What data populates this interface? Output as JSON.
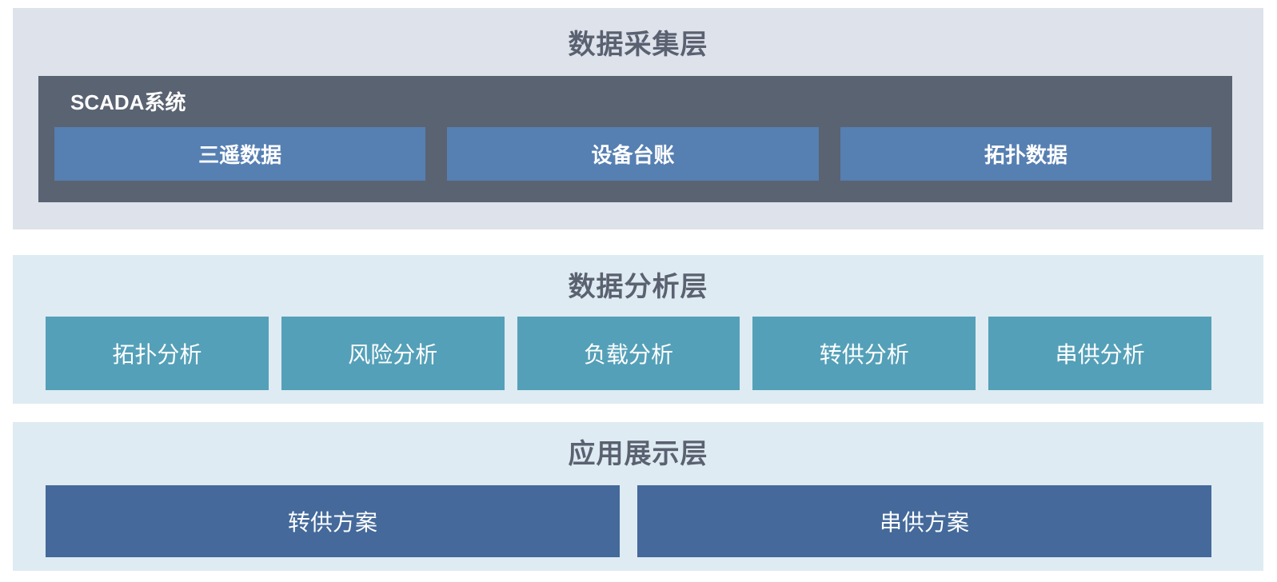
{
  "palette": {
    "panel_top_bg": "#dee2eb",
    "panel_light_blue_bg": "#deebf2",
    "scada_bg": "#5a6372",
    "node_steel_blue": "#567fb2",
    "node_teal": "#54a0b8",
    "node_dark_blue": "#44699a",
    "title_color": "#5a6170",
    "node_text": "#ffffff"
  },
  "layers": {
    "collection": {
      "title": "数据采集层",
      "group": {
        "label": "SCADA系统",
        "items": {
          "telemetry": "三遥数据",
          "equipment_ledger": "设备台账",
          "topology_data": "拓扑数据"
        }
      }
    },
    "analysis": {
      "title": "数据分析层",
      "items": {
        "topology": "拓扑分析",
        "risk": "风险分析",
        "load": "负载分析",
        "transfer_supply": "转供分析",
        "series_supply": "串供分析"
      }
    },
    "display": {
      "title": "应用展示层",
      "items": {
        "transfer_supply_plan": "转供方案",
        "series_supply_plan": "串供方案"
      }
    }
  }
}
